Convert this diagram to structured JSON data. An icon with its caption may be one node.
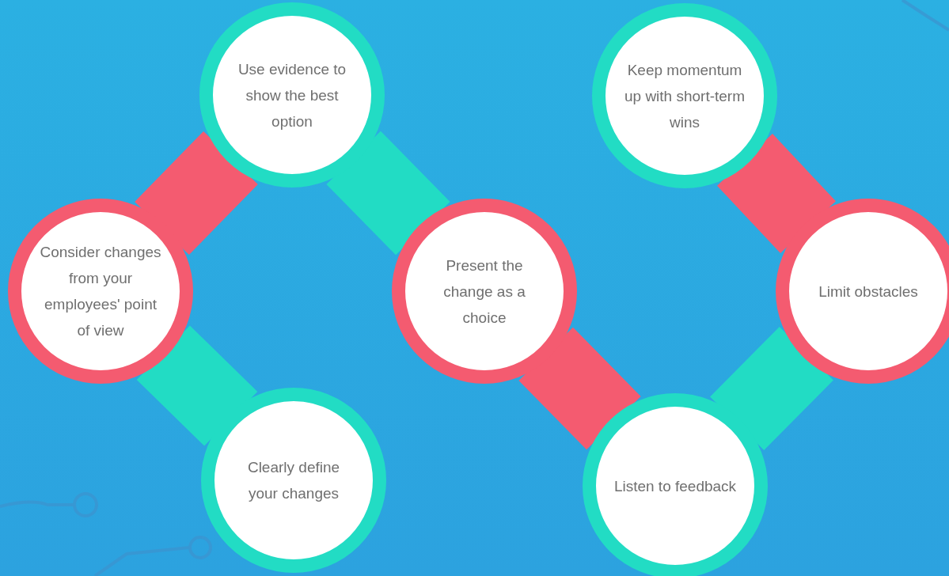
{
  "diagram": {
    "nodes": [
      {
        "text": [
          "Consider changes from your employees' point of view"
        ]
      },
      {
        "text": [
          "Use evidence to show the best option"
        ]
      },
      {
        "text": [
          "Clearly define your changes"
        ]
      },
      {
        "text": [
          "Present the change as a choice"
        ]
      },
      {
        "text": [
          "Listen to feedback"
        ]
      },
      {
        "text": [
          "Keep momentum up with short-term wins"
        ]
      },
      {
        "text": [
          "Limit obstacles"
        ]
      }
    ],
    "edges": [
      {
        "from": 0,
        "to": 1,
        "arrow": "none",
        "color": "#f45b70"
      },
      {
        "from": 0,
        "to": 2,
        "arrow": "none",
        "color": "#22dcc4"
      },
      {
        "from": 1,
        "to": 3,
        "arrow": "none",
        "color": "#22dcc4"
      },
      {
        "from": 3,
        "to": 4,
        "arrow": "none",
        "color": "#f45b70"
      },
      {
        "from": 4,
        "to": 6,
        "arrow": "none",
        "color": "#22dcc4"
      },
      {
        "from": 5,
        "to": 6,
        "arrow": "none",
        "color": "#f45b70"
      }
    ]
  }
}
